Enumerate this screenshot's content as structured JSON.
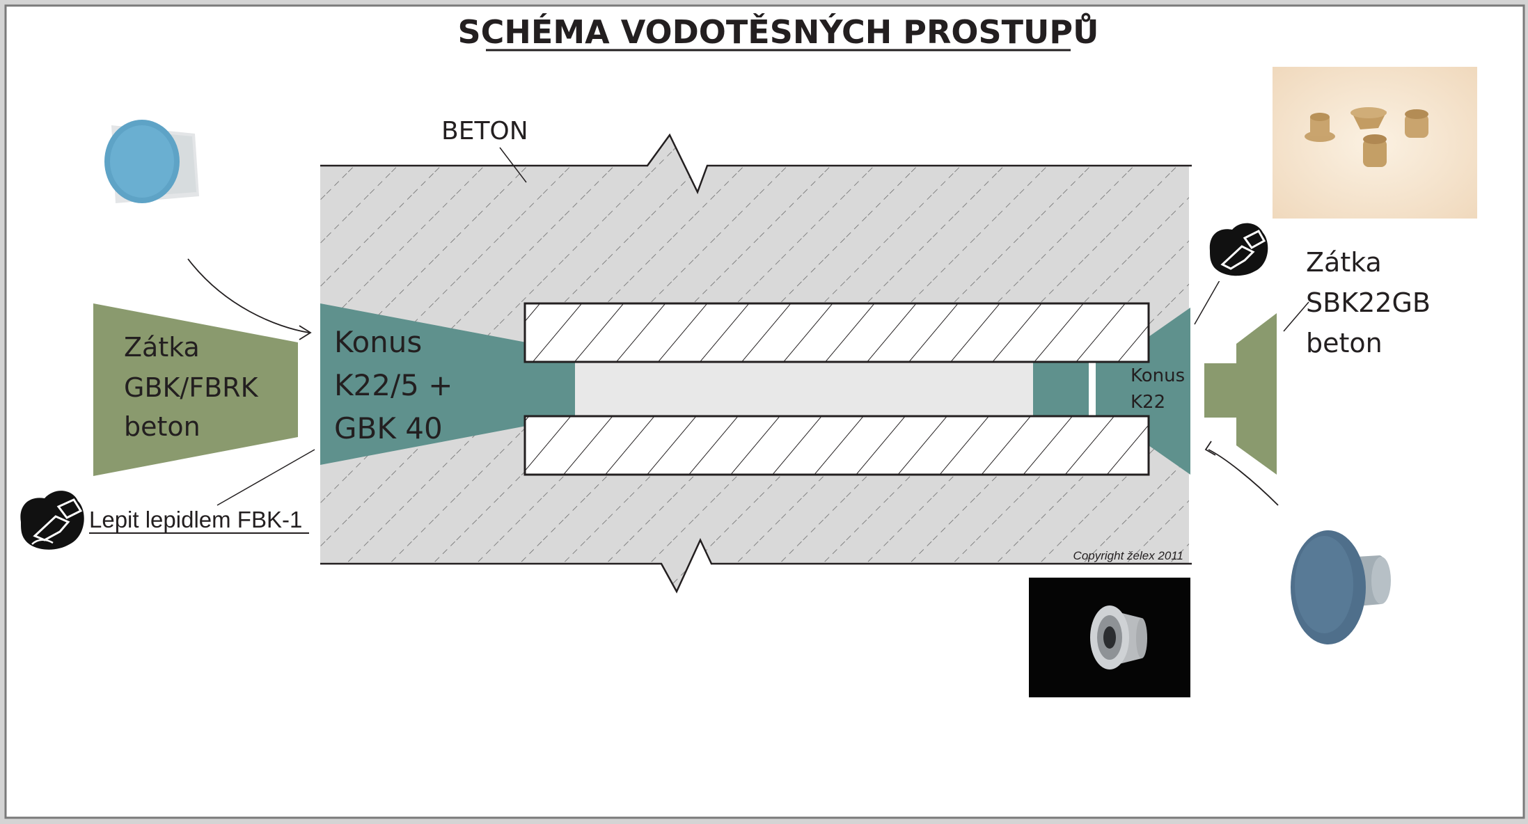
{
  "title": "SCHÉMA VODOTĚSNÝCH PROSTUPŮ",
  "labels": {
    "beton": "BETON",
    "plug_left": [
      "Zátka",
      "GBK/FBRK",
      "beton"
    ],
    "cone_left": [
      "Konus",
      "K22/5 +",
      "GBK 40"
    ],
    "cone_right": [
      "Konus",
      "K22"
    ],
    "plug_right": [
      "Zátka",
      "SBK22GB",
      "beton"
    ],
    "glue": "Lepit lepidlem FBK-1",
    "copyright": "Copyright želex 2011"
  },
  "colors": {
    "concrete": "#d9d9d9",
    "concrete_hatch": "#6d6d6d",
    "cone": "#5f918d",
    "plug": "#8a9a6e",
    "tube_fill": "#ffffff",
    "bore": "#e8e8e8",
    "outline": "#231f20",
    "page": "#ffffff",
    "frame": "#d4d4d4"
  },
  "icons": {
    "glue_hand": "glue-application-hand-icon",
    "photo_blue_plug": "blue-fiber-concrete-plug-photo",
    "photo_beige_plugs": "beige-fiber-concrete-plugs-photo",
    "photo_grey_cone": "grey-plastic-cone-photo",
    "photo_blue_mushroom_plug": "blue-mushroom-plug-photo"
  }
}
